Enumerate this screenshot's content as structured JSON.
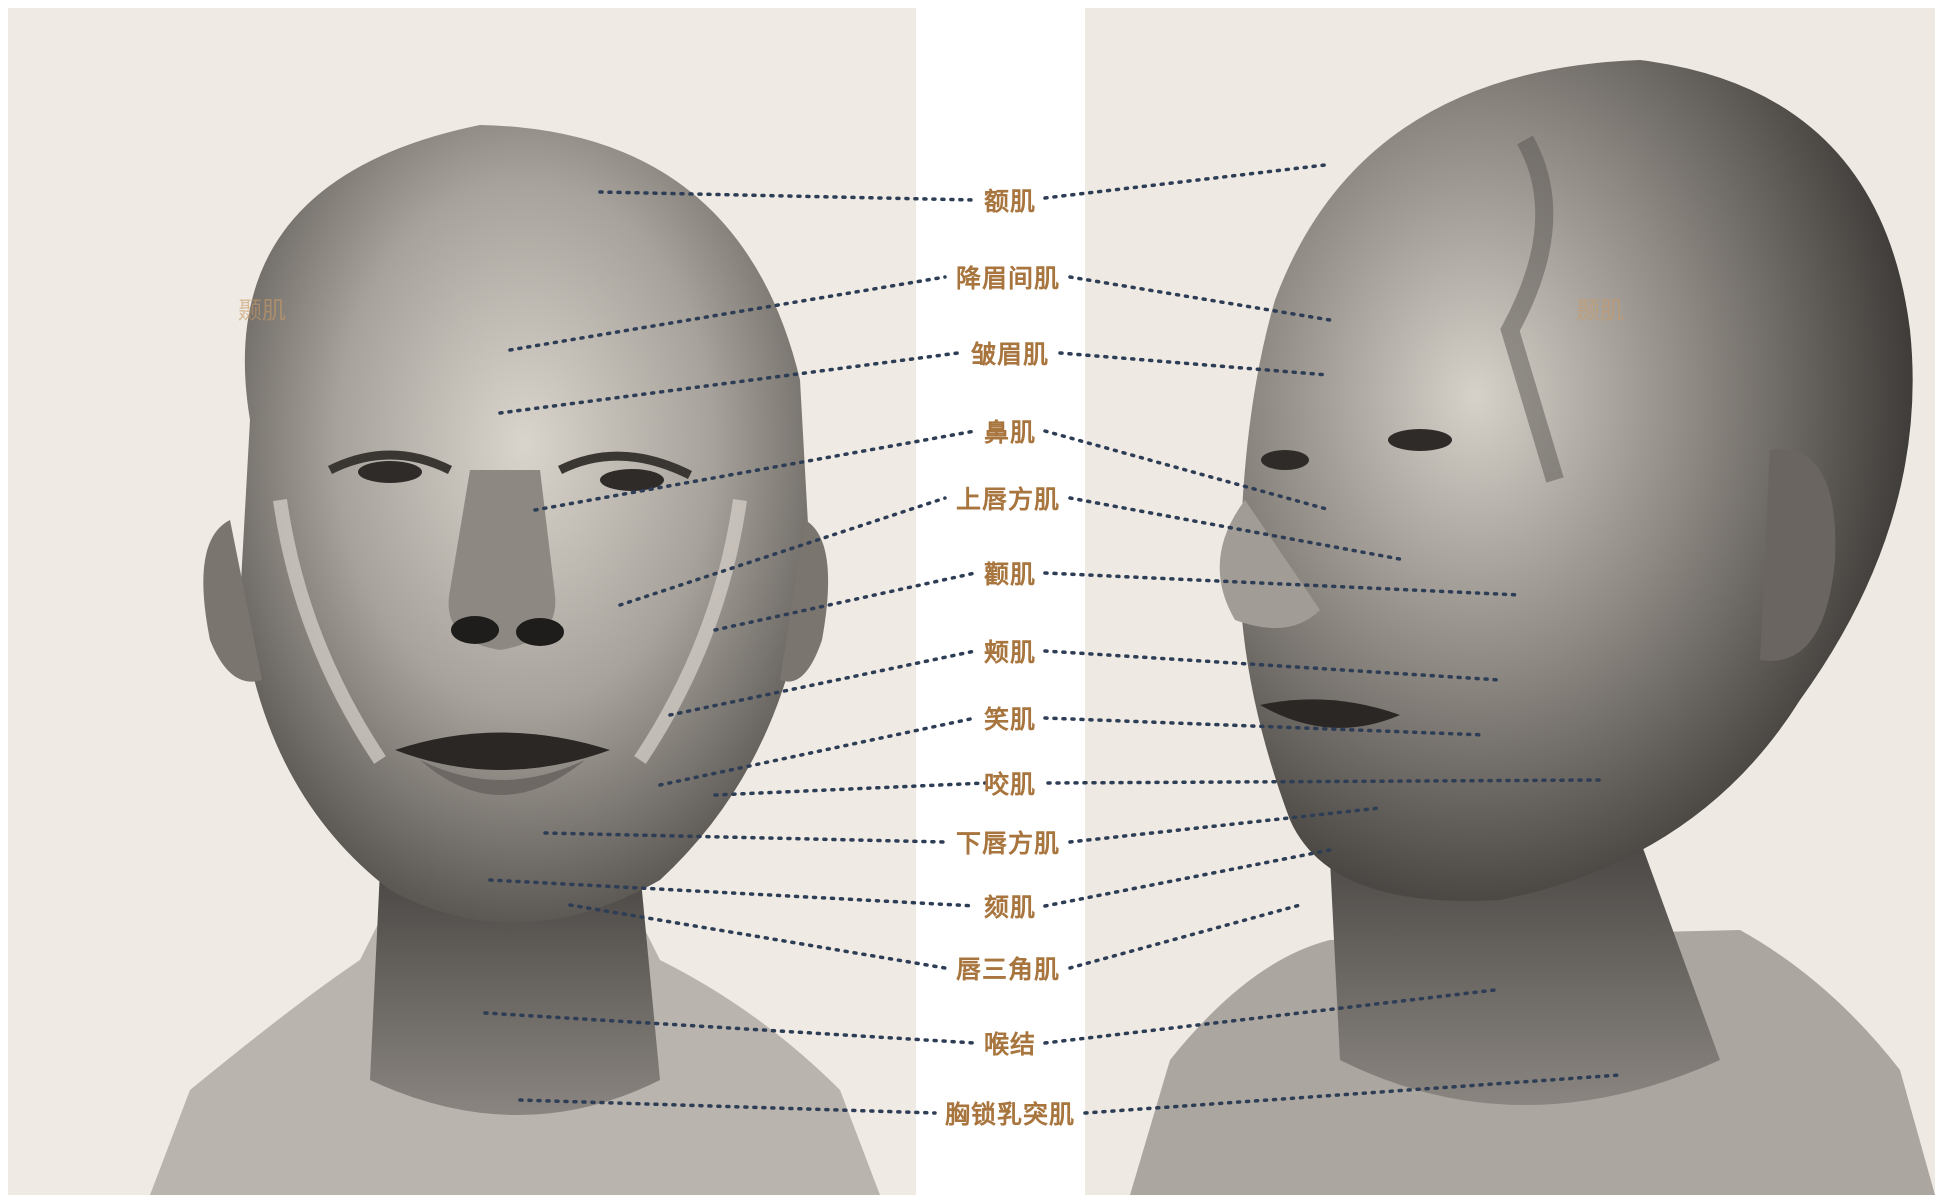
{
  "labels": [
    "额肌",
    "降眉间肌",
    "皱眉肌",
    "鼻肌",
    "上唇方肌",
    "颧肌",
    "颊肌",
    "笑肌",
    "咬肌",
    "下唇方肌",
    "颏肌",
    "唇三角肌",
    "喉结",
    "胸锁乳突肌"
  ],
  "faint_labels": [
    "颞肌",
    "颞肌"
  ],
  "colors": {
    "label": "#a8753e",
    "dots": "#2d3d55",
    "paper": "#efebe4",
    "gap": "#ffffff"
  },
  "icons": {
    "left_drawing": "frontal-head-sketch",
    "right_drawing": "three-quarter-head-sketch"
  }
}
